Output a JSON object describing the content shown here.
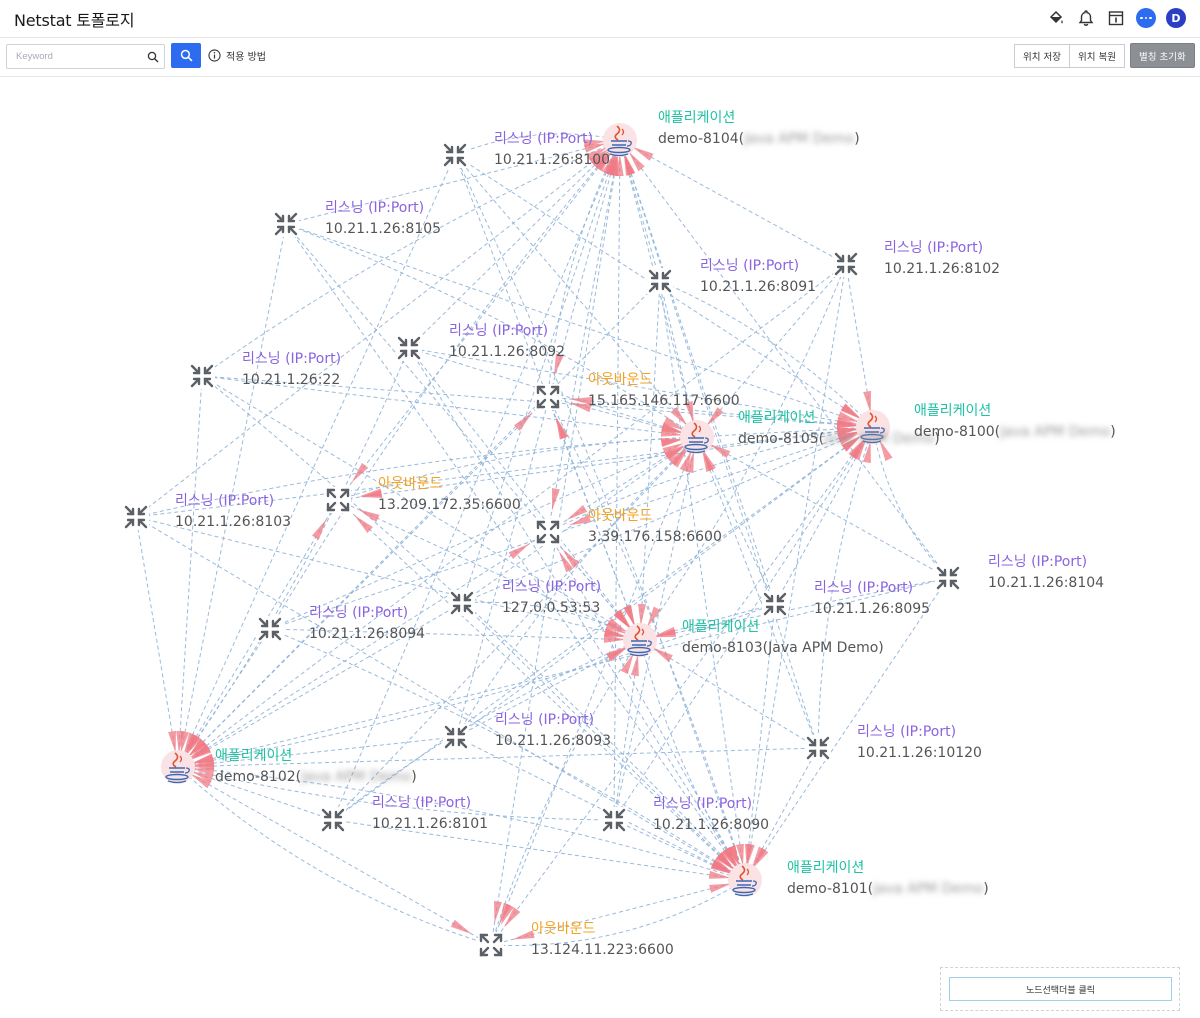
{
  "header": {
    "title": "Netstat 토폴로지",
    "avatar_initial": "D"
  },
  "toolbar": {
    "search_placeholder": "Keyword",
    "howto_label": "적용 방법",
    "save_position_label": "위치 저장",
    "restore_position_label": "위치 복원",
    "reset_alias_label": "별칭 초기화"
  },
  "footer": {
    "node_select_label": "노드선택더블 클릭"
  },
  "colors": {
    "listen": "#8a63e0",
    "outbound": "#f2a321",
    "application": "#1ec3a2",
    "edge": "#8fb2d8",
    "accent": "#2d6cf0"
  },
  "nodes": [
    {
      "id": "demo-8104",
      "kind": "app",
      "title": "애플리케이션",
      "sub_prefix": "demo-8104(",
      "sub_blur": "Java APM Demo",
      "sub_suffix": ")"
    },
    {
      "id": "demo-8105",
      "kind": "app",
      "title": "애플리케이션",
      "sub_prefix": "demo-8105(",
      "sub_blur": "Java APM Demo",
      "sub_suffix": ")"
    },
    {
      "id": "demo-8100",
      "kind": "app",
      "title": "애플리케이션",
      "sub_prefix": "demo-8100(",
      "sub_blur": "Java APM Demo",
      "sub_suffix": ")"
    },
    {
      "id": "demo-8103",
      "kind": "app",
      "title": "애플리케이션",
      "sub_prefix": "demo-8103(Java APM Demo)",
      "sub_blur": "",
      "sub_suffix": ""
    },
    {
      "id": "demo-8102",
      "kind": "app",
      "title": "애플리케이션",
      "sub_prefix": "demo-8102(",
      "sub_blur": "Java APM Demo",
      "sub_suffix": ")"
    },
    {
      "id": "demo-8101",
      "kind": "app",
      "title": "애플리케이션",
      "sub_prefix": "demo-8101(",
      "sub_blur": "Java APM Demo",
      "sub_suffix": ")"
    },
    {
      "id": "l8100",
      "kind": "listen",
      "title": "리스닝 (IP:Port)",
      "sub_prefix": "10.21.1.26:8100",
      "sub_blur": "",
      "sub_suffix": ""
    },
    {
      "id": "l8105",
      "kind": "listen",
      "title": "리스닝 (IP:Port)",
      "sub_prefix": "10.21.1.26:8105",
      "sub_blur": "",
      "sub_suffix": ""
    },
    {
      "id": "l8091",
      "kind": "listen",
      "title": "리스닝 (IP:Port)",
      "sub_prefix": "10.21.1.26:8091",
      "sub_blur": "",
      "sub_suffix": ""
    },
    {
      "id": "l8102",
      "kind": "listen",
      "title": "리스닝 (IP:Port)",
      "sub_prefix": "10.21.1.26:8102",
      "sub_blur": "",
      "sub_suffix": ""
    },
    {
      "id": "l8092",
      "kind": "listen",
      "title": "리스닝 (IP:Port)",
      "sub_prefix": "10.21.1.26:8092",
      "sub_blur": "",
      "sub_suffix": ""
    },
    {
      "id": "l22",
      "kind": "listen",
      "title": "리스닝 (IP:Port)",
      "sub_prefix": "10.21.1.26:22",
      "sub_blur": "",
      "sub_suffix": ""
    },
    {
      "id": "l8103",
      "kind": "listen",
      "title": "리스닝 (IP:Port)",
      "sub_prefix": "10.21.1.26:8103",
      "sub_blur": "",
      "sub_suffix": ""
    },
    {
      "id": "l8104",
      "kind": "listen",
      "title": "리스닝 (IP:Port)",
      "sub_prefix": "10.21.1.26:8104",
      "sub_blur": "",
      "sub_suffix": ""
    },
    {
      "id": "l53",
      "kind": "listen",
      "title": "리스닝 (IP:Port)",
      "sub_prefix": "127.0.0.53:53",
      "sub_blur": "",
      "sub_suffix": ""
    },
    {
      "id": "l8095",
      "kind": "listen",
      "title": "리스닝 (IP:Port)",
      "sub_prefix": "10.21.1.26:8095",
      "sub_blur": "",
      "sub_suffix": ""
    },
    {
      "id": "l8094",
      "kind": "listen",
      "title": "리스닝 (IP:Port)",
      "sub_prefix": "10.21.1.26:8094",
      "sub_blur": "",
      "sub_suffix": ""
    },
    {
      "id": "l8093",
      "kind": "listen",
      "title": "리스닝 (IP:Port)",
      "sub_prefix": "10.21.1.26:8093",
      "sub_blur": "",
      "sub_suffix": ""
    },
    {
      "id": "l10120",
      "kind": "listen",
      "title": "리스닝 (IP:Port)",
      "sub_prefix": "10.21.1.26:10120",
      "sub_blur": "",
      "sub_suffix": ""
    },
    {
      "id": "l8101",
      "kind": "listen",
      "title": "리스닝 (IP:Port)",
      "sub_prefix": "10.21.1.26:8101",
      "sub_blur": "",
      "sub_suffix": ""
    },
    {
      "id": "l8090",
      "kind": "listen",
      "title": "리스닝 (IP:Port)",
      "sub_prefix": "10.21.1.26:8090",
      "sub_blur": "",
      "sub_suffix": ""
    },
    {
      "id": "o15",
      "kind": "out",
      "title": "아웃바운드",
      "sub_prefix": "15.165.146.117:6600",
      "sub_blur": "",
      "sub_suffix": ""
    },
    {
      "id": "o13",
      "kind": "out",
      "title": "아웃바운드",
      "sub_prefix": "13.209.172.35:6600",
      "sub_blur": "",
      "sub_suffix": ""
    },
    {
      "id": "o3",
      "kind": "out",
      "title": "아웃바운드",
      "sub_prefix": "3.39.176.158:6600",
      "sub_blur": "",
      "sub_suffix": ""
    },
    {
      "id": "o124",
      "kind": "out",
      "title": "아웃바운드",
      "sub_prefix": "13.124.11.223:6600",
      "sub_blur": "",
      "sub_suffix": ""
    }
  ]
}
